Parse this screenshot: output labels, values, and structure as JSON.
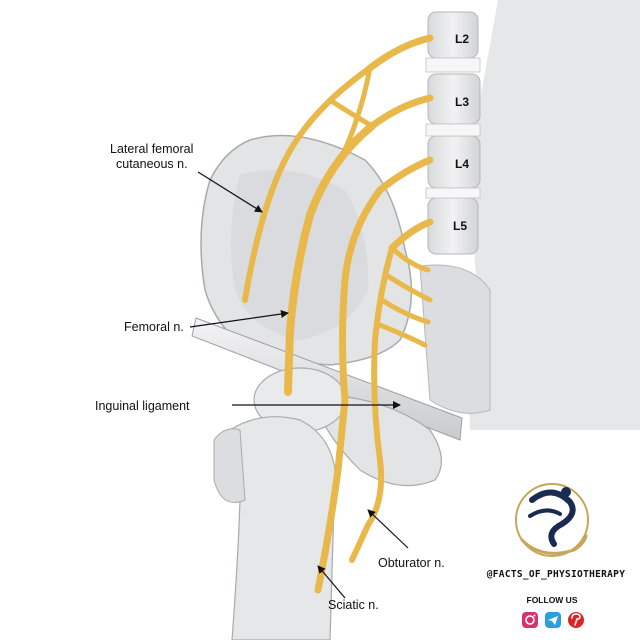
{
  "vertebrae": [
    "L2",
    "L3",
    "L4",
    "L5"
  ],
  "labels": {
    "lateral_femoral_line1": "Lateral femoral",
    "lateral_femoral_line2": "cutaneous n.",
    "femoral": "Femoral n.",
    "inguinal": "Inguinal ligament",
    "obturator": "Obturator n.",
    "sciatic": "Sciatic n."
  },
  "brand": {
    "handle": "@FACTS_OF_PHYSIOTHERAPY",
    "follow_label": "FOLLOW US",
    "social_icons": [
      "instagram-icon",
      "telegram-icon",
      "pinterest-icon"
    ],
    "colors": {
      "navy": "#1a2a52",
      "gold": "#c7a65a"
    }
  },
  "colors": {
    "nerve": "#e8b84a",
    "bone": "#e3e4e6",
    "outline": "#a9aaad",
    "text": "#111111"
  }
}
